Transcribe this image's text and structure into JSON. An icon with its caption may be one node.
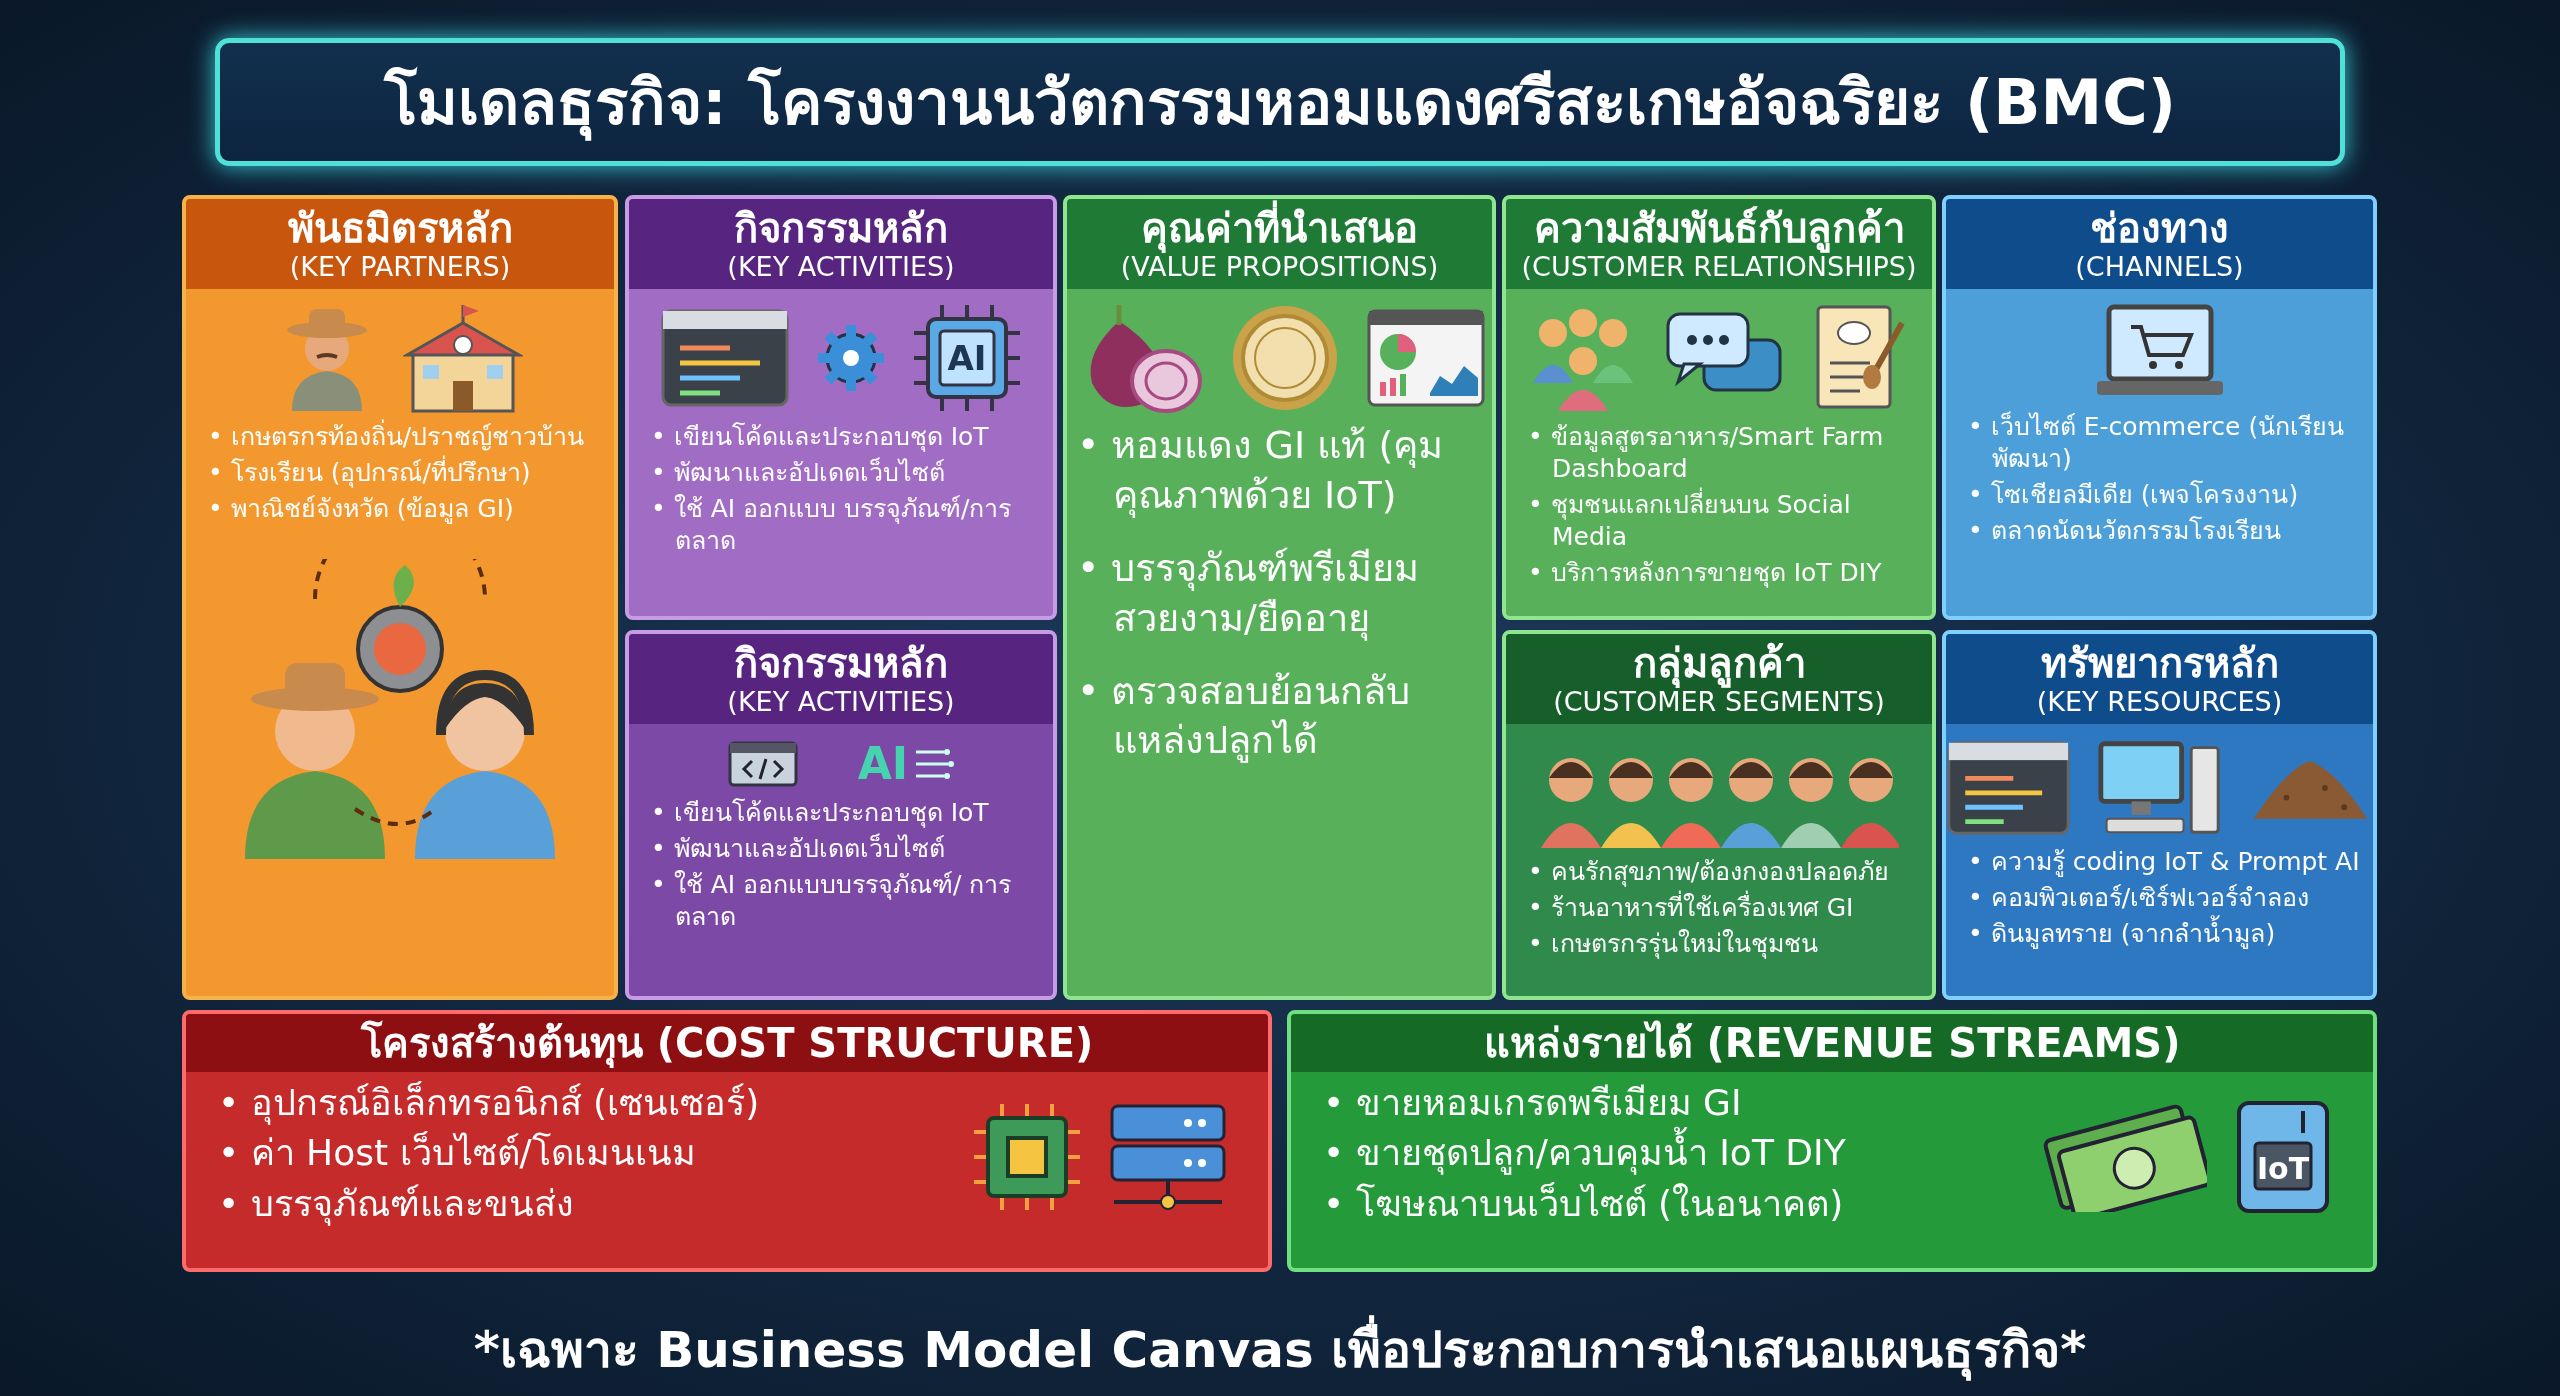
{
  "diagram": {
    "title": "โมเดลธุรกิจ: โครงงานนวัตกรรมหอมแดงศรีสะเกษอัจฉริยะ (BMC)",
    "caption": "*เฉพาะ Business Model Canvas เพื่อประกอบการนำเสนอแผนธุรกิจ*",
    "nodes": [
      {
        "text": [
          "พันธมิตรหลัก",
          "(KEY PARTNERS)",
          "• เกษตรกรท้องถิ่น/ปราชญ์ชาวบ้าน",
          "• โรงเรียน (อุปกรณ์/ที่ปรึกษา)",
          "• พาณิชย์จังหวัด (ข้อมูล GI)"
        ]
      },
      {
        "text": [
          "กิจกรรมหลัก",
          "(KEY ACTIVITIES)",
          "• เขียนโค้ดและประกอบชุด IoT",
          "• พัฒนาและอัปเดตเว็บไซต์",
          "• ใช้ AI ออกแบบ บรรจุภัณฑ์/การตลาด"
        ]
      },
      {
        "text": [
          "คุณค่าที่นำเสนอ",
          "(VALUE PROPOSITIONS)",
          "• หอมแดง GI แท้ (คุมคุณภาพด้วย IoT)",
          "• บรรจุภัณฑ์พรีเมียม สวยงาม/ยืดอายุ",
          "• ตรวจสอบย้อนกลับ แหล่งปลูกได้"
        ]
      },
      {
        "text": [
          "ความสัมพันธ์กับลูกค้า",
          "(CUSTOMER RELATIONSHIPS)",
          "• ข้อมูลสูตรอาหาร/Smart Farm Dashboard",
          "• ชุมชนแลกเปลี่ยนบน Social Media",
          "• บริการหลังการขายชุด IoT DIY"
        ]
      },
      {
        "text": [
          "ช่องทาง",
          "(CHANNELS)",
          "• เว็บไซต์ E-commerce (นักเรียนพัฒนา)",
          "• โซเชียลมีเดีย (เพจโครงงาน)",
          "• ตลาดนัดนวัตกรรมโรงเรียน"
        ]
      },
      {
        "text": [
          "กิจกรรมหลัก",
          "(KEY ACTIVITIES)",
          "• เขียนโค้ดและประกอบชุด IoT",
          "• พัฒนาและอัปเดตเว็บไซต์",
          "• ใช้ AI ออกแบบบรรจุภัณฑ์/ การตลาด"
        ]
      },
      {
        "text": [
          "กลุ่มลูกค้า",
          "(CUSTOMER SEGMENTS)",
          "• คนรักสุขภาพ/ต้องกงองปลอดภัย",
          "• ร้านอาหารที่ใช้เครื่องเทศ GI",
          "• เกษตรกรรุ่นใหม่ในชุมชน"
        ]
      },
      {
        "text": [
          "ทรัพยากรหลัก",
          "(KEY RESOURCES)",
          "• ความรู้ coding IoT & Prompt AI",
          "• คอมพิวเตอร์/เซิร์ฟเวอร์จำลอง",
          "• ดินมูลทราย (จากลำน้ำมูล)"
        ]
      },
      {
        "text": [
          "โครงสร้างต้นทุน (COST STRUCTURE)",
          "• อุปกรณ์อิเล็กทรอนิกส์ (เซนเซอร์)",
          "• ค่า Host เว็บไซต์/โดเมนเนม",
          "• บรรจุภัณฑ์และขนส่ง"
        ]
      },
      {
        "text": [
          "แหล่งรายได้ (REVENUE STREAMS)",
          "• ขายหอมเกรดพรีเมียม GI",
          "• ขายชุดปลูก/ควบคุมน้ำ IoT DIY",
          "• โฆษณาบนเว็บไซต์ (ในอนาคต)"
        ]
      }
    ],
    "labels": [
      "AI",
      "AI",
      "IoT"
    ]
  }
}
